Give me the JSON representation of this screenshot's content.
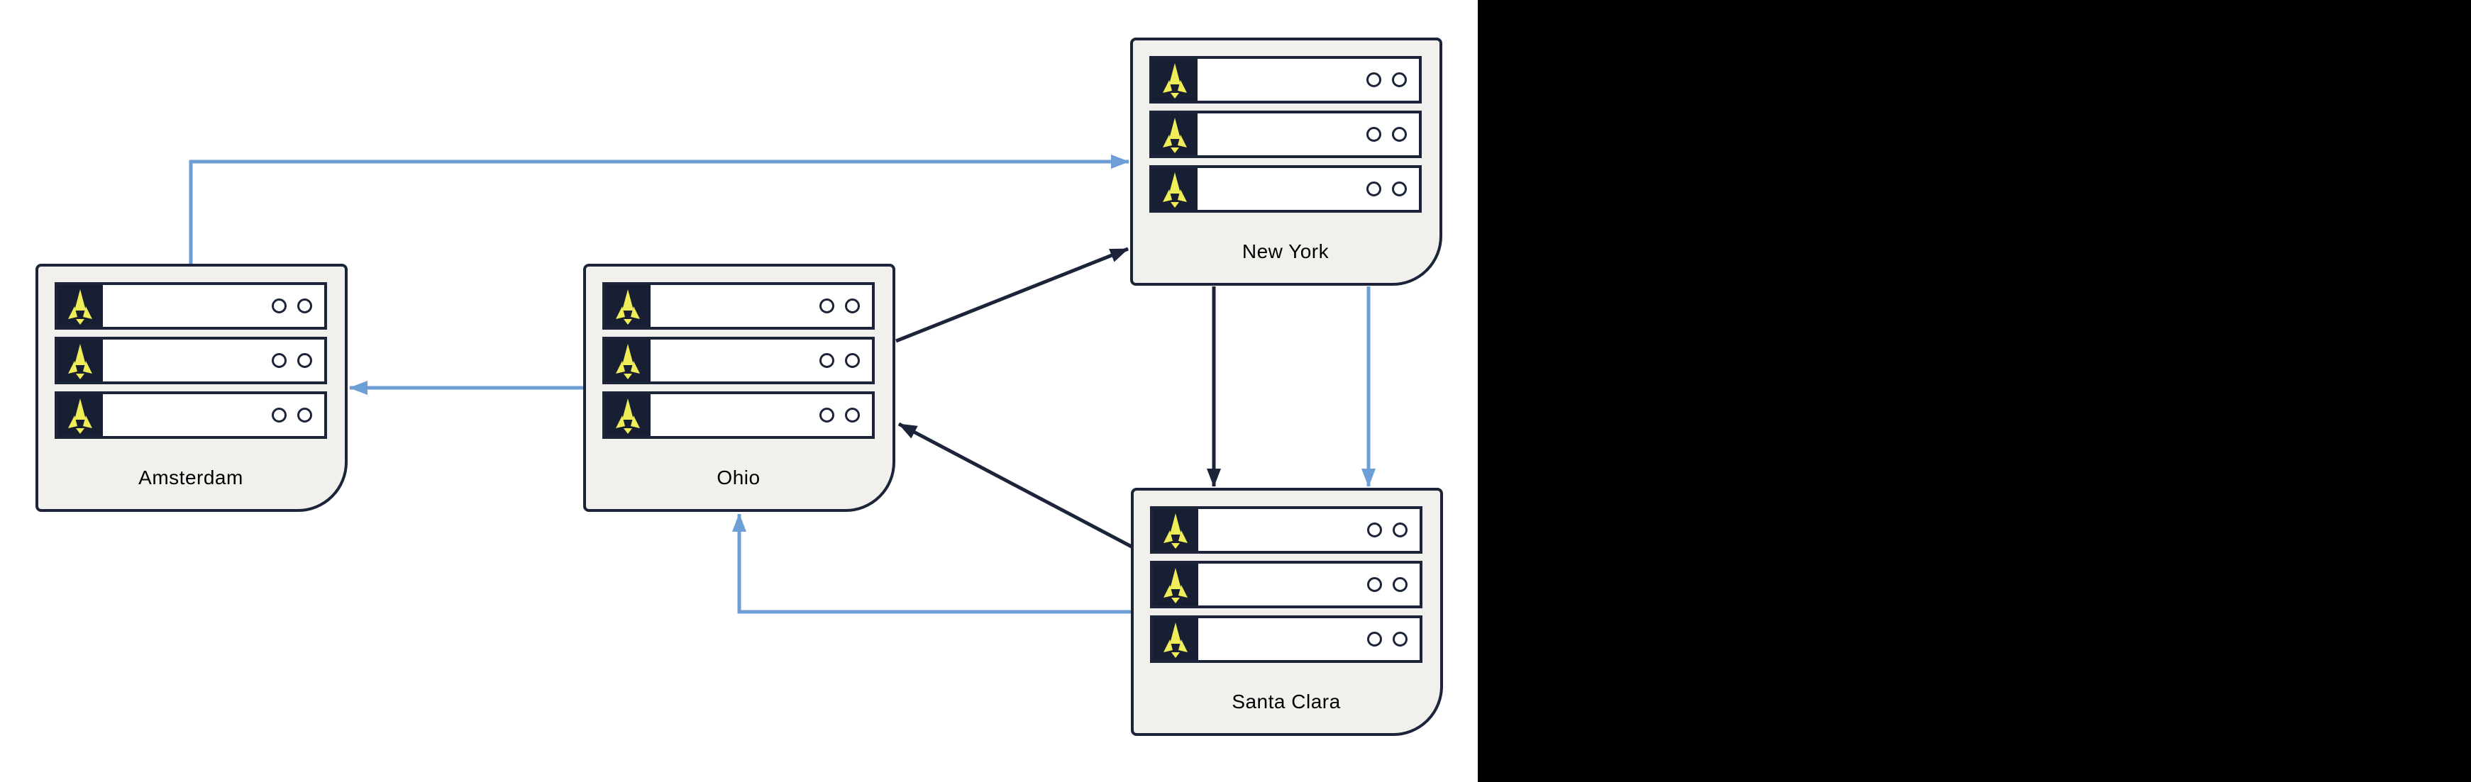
{
  "nodes": [
    {
      "id": "amsterdam",
      "label": "Amsterdam",
      "server_count": 3
    },
    {
      "id": "ohio",
      "label": "Ohio",
      "server_count": 3
    },
    {
      "id": "new-york",
      "label": "New York",
      "server_count": 3
    },
    {
      "id": "santa-clara",
      "label": "Santa Clara",
      "server_count": 3
    }
  ],
  "edges": [
    {
      "id": "amsterdam-to-new-york",
      "from": "Amsterdam",
      "to": "New York",
      "color": "blue"
    },
    {
      "id": "ohio-to-amsterdam",
      "from": "Ohio",
      "to": "Amsterdam",
      "color": "blue"
    },
    {
      "id": "ohio-to-new-york",
      "from": "Ohio",
      "to": "New York",
      "color": "black"
    },
    {
      "id": "new-york-to-santa-clara-black",
      "from": "New York",
      "to": "Santa Clara",
      "color": "black"
    },
    {
      "id": "new-york-to-santa-clara-blue",
      "from": "New York",
      "to": "Santa Clara",
      "color": "blue"
    },
    {
      "id": "santa-clara-to-ohio-black",
      "from": "Santa Clara",
      "to": "Ohio",
      "color": "black"
    },
    {
      "id": "santa-clara-to-ohio-blue",
      "from": "Santa Clara",
      "to": "Ohio",
      "color": "blue"
    }
  ],
  "icons": {
    "server": "rocket-icon",
    "indicator": "status-circle"
  },
  "colors": {
    "nodeFill": "#f2f0ec",
    "ink": "#1b2438",
    "iconBg": "#191f33",
    "accent": "#f0ee58",
    "edgeBlue": "#6e9ed6",
    "edgeBlack": "#1b2438",
    "serverFill": "#ffffff",
    "canvas": "#ffffff",
    "letterbox": "#000000"
  }
}
